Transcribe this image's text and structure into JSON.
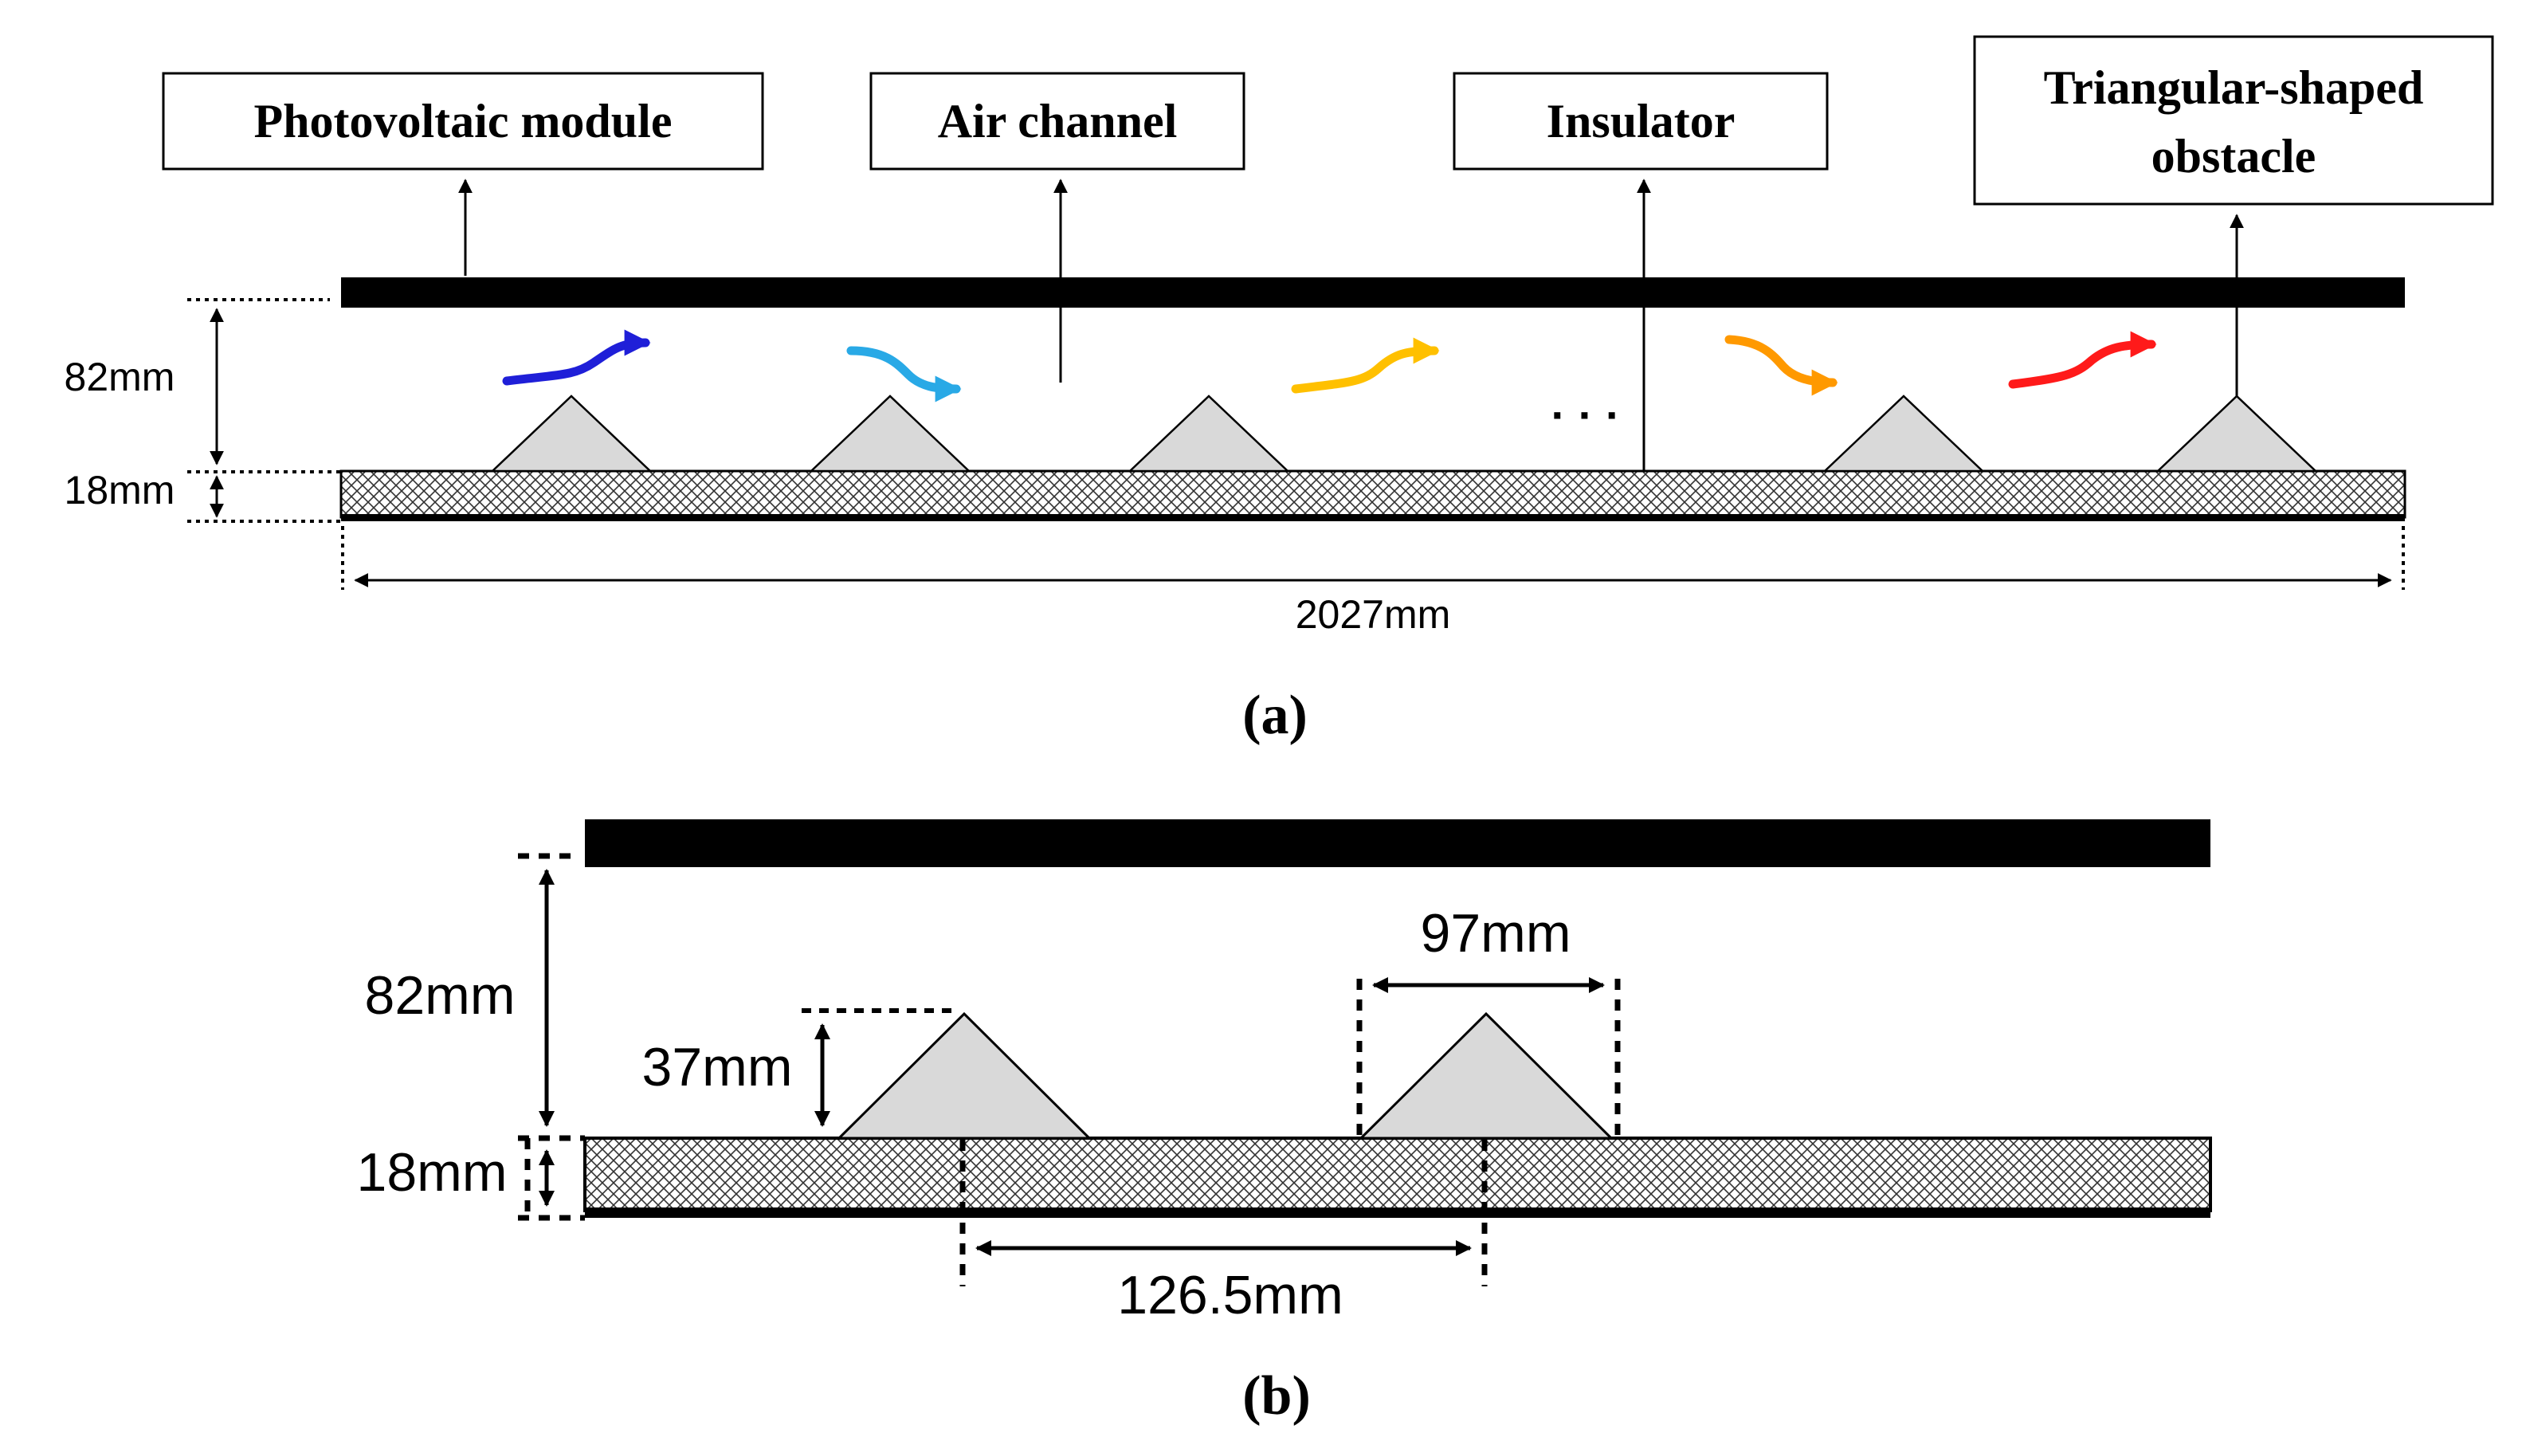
{
  "panel_a": {
    "labels": {
      "pv_module": "Photovoltaic module",
      "air_channel": "Air channel",
      "insulator": "Insulator",
      "obstacle_line1": "Triangular-shaped",
      "obstacle_line2": "obstacle"
    },
    "dims": {
      "height_air": "82mm",
      "height_insulator": "18mm",
      "length": "2027mm"
    },
    "ellipsis": "· · ·",
    "caption": "(a)",
    "flow_arrow_colors": [
      "#1f1fd8",
      "#29a9e6",
      "#ffc000",
      "#ff9900",
      "#ff1a1a"
    ]
  },
  "panel_b": {
    "dims": {
      "height_air": "82mm",
      "height_insulator": "18mm",
      "obstacle_height": "37mm",
      "obstacle_base": "97mm",
      "pitch": "126.5mm"
    },
    "caption": "(b)"
  },
  "colors": {
    "ink": "#000000",
    "obstacle_fill": "#d9d9d9",
    "hatch": "#333333"
  }
}
